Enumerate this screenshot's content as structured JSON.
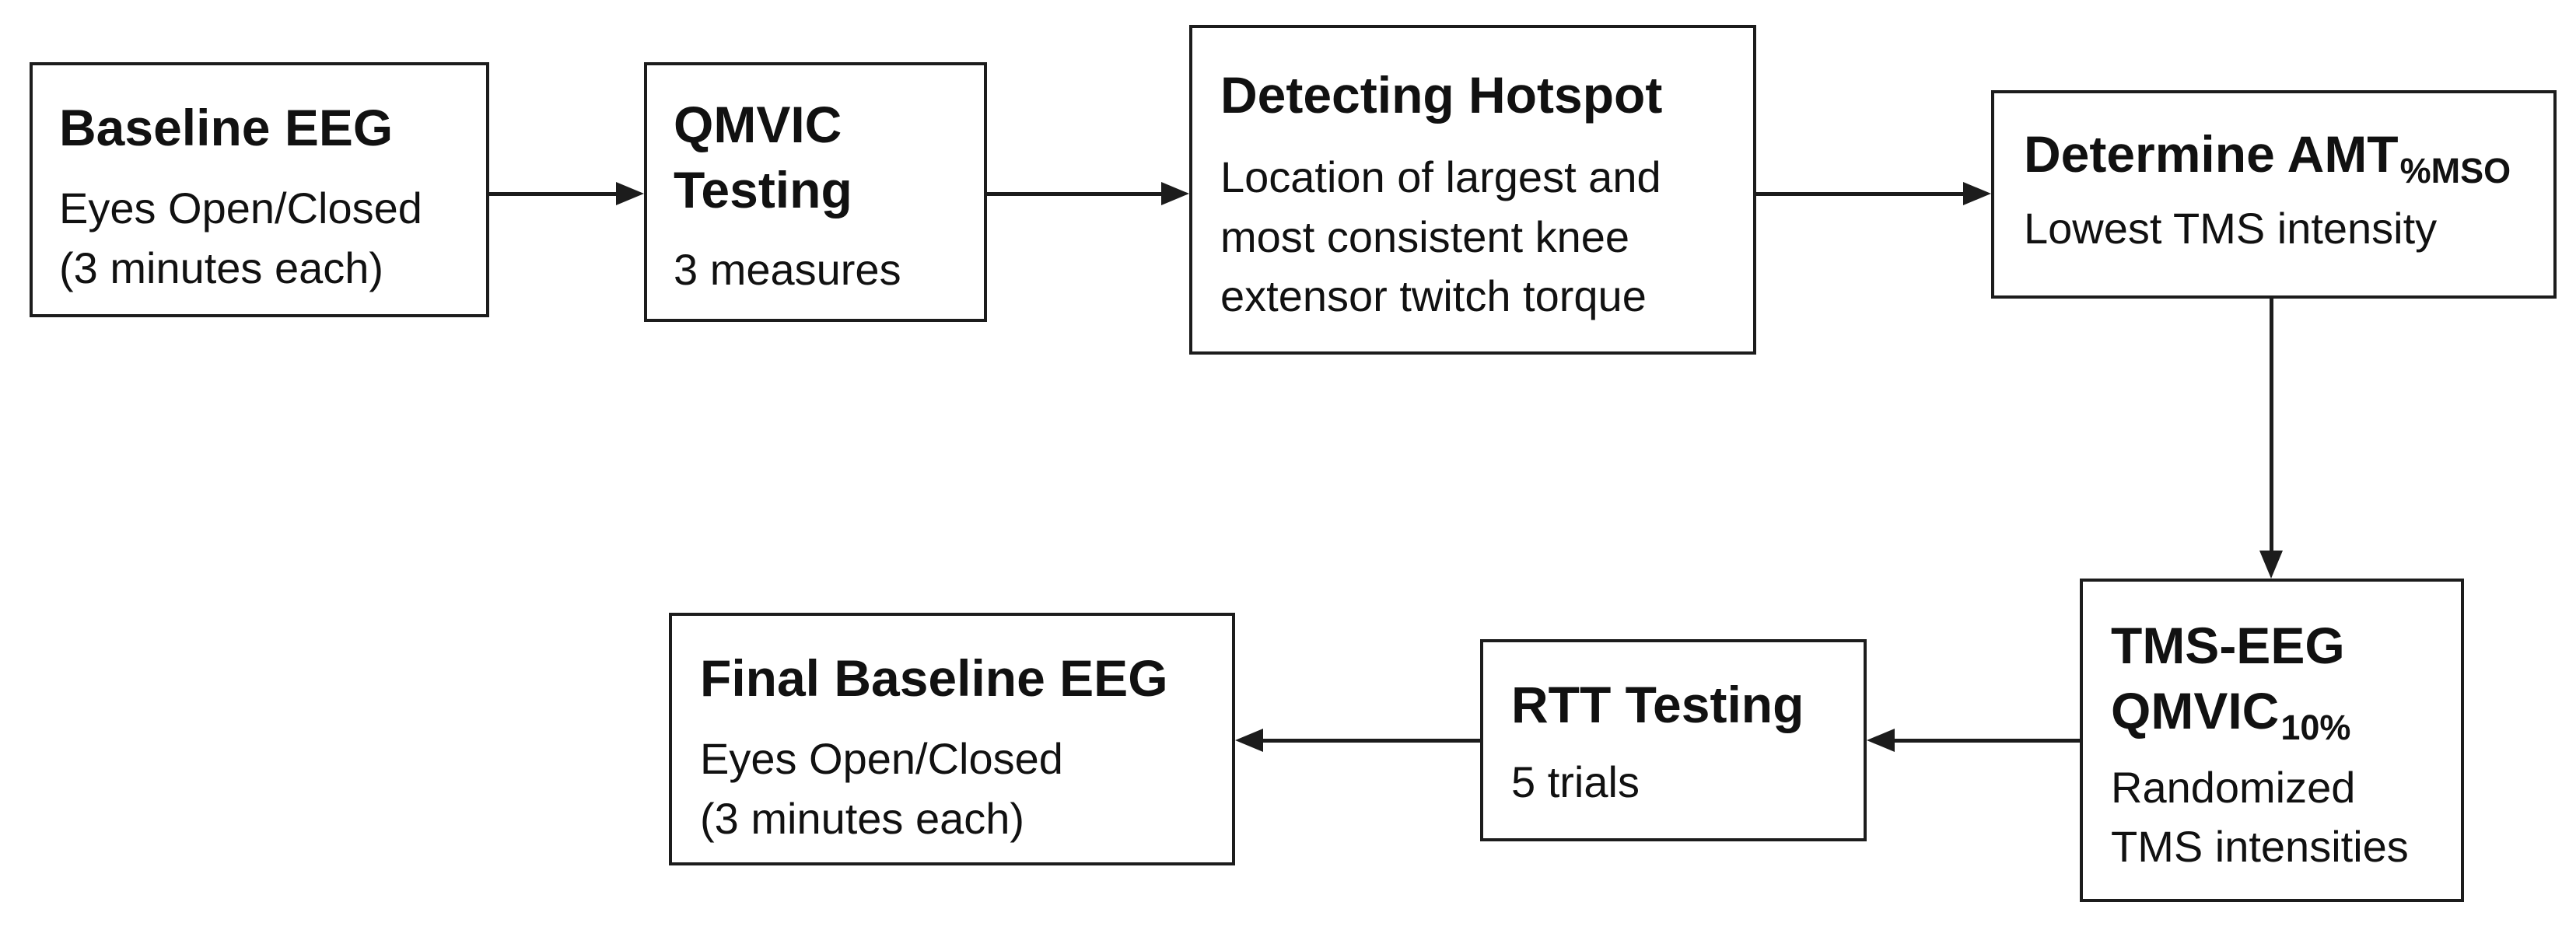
{
  "diagram": {
    "background_color": "#ffffff",
    "line_color": "#1c1c1c",
    "nodes": [
      {
        "id": "baseline-eeg",
        "title": "Baseline EEG",
        "title_lines": [
          "Baseline EEG"
        ],
        "body": "Eyes Open/Closed (3 minutes each)",
        "body_lines": [
          "Eyes Open/Closed",
          "(3 minutes each)"
        ]
      },
      {
        "id": "qmvic-testing",
        "title": "QMVIC Testing",
        "title_lines": [
          "QMVIC",
          "Testing"
        ],
        "body": "3 measures",
        "body_lines": [
          "3 measures"
        ]
      },
      {
        "id": "detecting-hotspot",
        "title": "Detecting Hotspot",
        "title_lines": [
          "Detecting Hotspot"
        ],
        "body": "Location of largest and most consistent knee extensor twitch torque",
        "body_lines": [
          "Location of largest and",
          "most consistent knee",
          "extensor twitch torque"
        ]
      },
      {
        "id": "determine-amt",
        "title": "Determine AMT",
        "title_lines": [
          "Determine AMT"
        ],
        "title_subscript": "%MSO",
        "body": "Lowest TMS intensity",
        "body_lines": [
          "Lowest TMS intensity"
        ]
      },
      {
        "id": "tms-eeg-qmvic",
        "title": "TMS-EEG QMVIC",
        "title_lines": [
          "TMS-EEG",
          "QMVIC"
        ],
        "title_subscript": "10%",
        "body": "Randomized TMS intensities",
        "body_lines": [
          "Randomized",
          "TMS intensities"
        ]
      },
      {
        "id": "rtt-testing",
        "title": "RTT Testing",
        "title_lines": [
          "RTT Testing"
        ],
        "body": "5 trials",
        "body_lines": [
          "5 trials"
        ]
      },
      {
        "id": "final-baseline-eeg",
        "title": "Final Baseline EEG",
        "title_lines": [
          "Final Baseline EEG"
        ],
        "body": "Eyes Open/Closed (3 minutes each)",
        "body_lines": [
          "Eyes Open/Closed",
          "(3 minutes each)"
        ]
      }
    ],
    "connections": [
      {
        "from": "baseline-eeg",
        "to": "qmvic-testing",
        "direction": "right"
      },
      {
        "from": "qmvic-testing",
        "to": "detecting-hotspot",
        "direction": "right"
      },
      {
        "from": "detecting-hotspot",
        "to": "determine-amt",
        "direction": "right"
      },
      {
        "from": "determine-amt",
        "to": "tms-eeg-qmvic",
        "direction": "down"
      },
      {
        "from": "tms-eeg-qmvic",
        "to": "rtt-testing",
        "direction": "left"
      },
      {
        "from": "rtt-testing",
        "to": "final-baseline-eeg",
        "direction": "left"
      }
    ]
  }
}
